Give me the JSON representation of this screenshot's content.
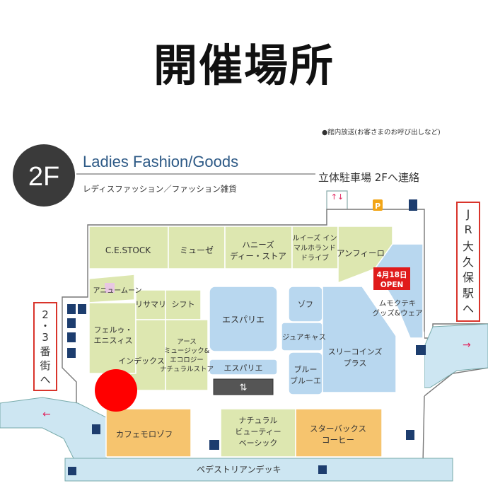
{
  "title": "開催場所",
  "notice": "●館内放送(お客さまのお呼び出しなど)",
  "floor": {
    "label": "2F",
    "name_en": "Ladies Fashion/Goods",
    "name_ja": "レディスファッション／ファッション雑貨"
  },
  "parking_link": "立体駐車場 2Fへ連絡",
  "exits": {
    "left_lines": [
      "2",
      "・",
      "3",
      "番",
      "街",
      "へ"
    ],
    "right_lines": [
      "J",
      "R",
      "大",
      "久",
      "保",
      "駅",
      "へ"
    ],
    "bottom_deck": "ペデストリアンデッキ"
  },
  "badge": {
    "lines": [
      "4月18日",
      "OPEN"
    ],
    "color": "#e01b1b"
  },
  "icons": {
    "parking": "P"
  },
  "shops": {
    "ce_stock": "C.E.STOCK",
    "muse": "ミューゼ",
    "honeys": [
      "ハニーズ",
      "ディー・ストア"
    ],
    "luis": [
      "ルイーズ イン",
      "マルホランド",
      "ドライブ"
    ],
    "anfiro": "アンフィーロ",
    "anyu": "アニュームーン",
    "risamari": "リサマリ",
    "shift": "シフト",
    "espa1": "エスパリエ",
    "zofu": "ゾフ",
    "mumoku": [
      "ムモクテキ",
      "グッズ&ウェア"
    ],
    "felu": [
      "フェルゥ・",
      "エニスィス"
    ],
    "earth": [
      "アース",
      "ミュージック&",
      "エコロジー",
      "ナチュラルストア"
    ],
    "zuca": "ジュアキャス",
    "three": [
      "スリーコインズ",
      "プラス"
    ],
    "index": "インデックス",
    "espa2": "エスパリエ",
    "blue": [
      "ブルー",
      "ブルーエ"
    ],
    "cafe": "カフェモロゾフ",
    "natural": [
      "ナチュラル",
      "ビューティー",
      "ベーシック"
    ],
    "starbucks": [
      "スターバックス",
      "コーヒー"
    ]
  },
  "colors": {
    "green_shop": "#dde7b0",
    "blue_shop": "#b8d7ef",
    "orange_shop": "#f6c46e",
    "corridor": "#cde6f2",
    "floor_badge": "#3a3a3a",
    "exit_border": "#d9342b",
    "marker": "#ff0000"
  }
}
